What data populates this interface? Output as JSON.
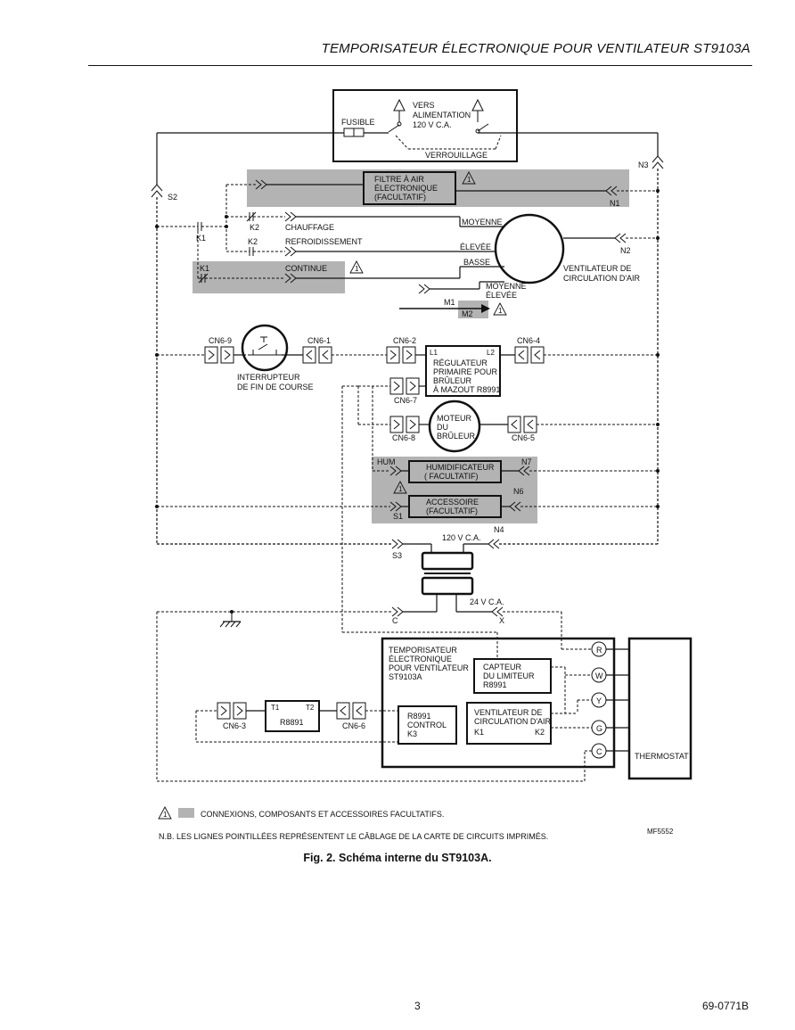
{
  "header": {
    "title": "TEMPORISATEUR ÉLECTRONIQUE POUR VENTILATEUR ST9103A"
  },
  "power_box": {
    "fuse": "FUSIBLE",
    "supply_l1": "VERS",
    "supply_l2": "ALIMENTATION",
    "supply_l3": "120 V C.A.",
    "interlock": "VERROUILLAGE"
  },
  "terminals": {
    "n3": "N3",
    "s2": "S2",
    "n1": "N1",
    "n2": "N2",
    "k1_a": "K1",
    "k1_b": "K1",
    "k2_a": "K2",
    "k2_b": "K2",
    "m1": "M1",
    "m2": "M2",
    "l1": "L1",
    "l2": "L2",
    "hum": "HUM",
    "n7": "N7",
    "n6": "N6",
    "s1": "S1",
    "n4": "N4",
    "s3": "S3",
    "c": "C",
    "x": "X",
    "t1": "T1",
    "t2": "T2"
  },
  "air_filter": {
    "l1": "FILTRE À AIR",
    "l2": "ÉLECTRONIQUE",
    "l3": "(FACULTATIF)"
  },
  "modes": {
    "heating": "CHAUFFAGE",
    "cooling": "REFROIDISSEMENT",
    "continuous": "CONTINUE"
  },
  "fan_speeds": {
    "medium": "MOYENNE",
    "high": "ÉLEVÉE",
    "low": "BASSE",
    "medium_high_1": "MOYENNE",
    "medium_high_2": "ÉLEVÉE"
  },
  "blower": {
    "l1": "VENTILATEUR DE",
    "l2": "CIRCULATION D'AIR"
  },
  "connectors": {
    "cn6_9": "CN6-9",
    "cn6_1": "CN6-1",
    "cn6_2": "CN6-2",
    "cn6_4": "CN6-4",
    "cn6_7": "CN6-7",
    "cn6_8": "CN6-8",
    "cn6_5": "CN6-5",
    "cn6_3": "CN6-3",
    "cn6_6": "CN6-6"
  },
  "limit_switch": {
    "l1": "INTERRUPTEUR",
    "l2": "DE FIN DE COURSE"
  },
  "primary_control": {
    "l1": "RÉGULATEUR",
    "l2": "PRIMAIRE POUR",
    "l3": "BRÛLEUR",
    "l4": "À MAZOUT R8991"
  },
  "burner_motor": {
    "l1": "MOTEUR",
    "l2": "DU",
    "l3": "BRÛLEUR"
  },
  "humidifier": {
    "l1": "HUMIDIFICATEUR",
    "l2": "( FACULTATIF)"
  },
  "accessory": {
    "l1": "ACCESSOIRE",
    "l2": "(FACULTATIF)"
  },
  "transformer": {
    "primary": "120 V C.A.",
    "secondary": "24 V C.A."
  },
  "timer_box": {
    "l1": "TEMPORISATEUR",
    "l2": "ÉLECTRONIQUE",
    "l3": "POUR VENTILATEUR",
    "l4": "ST9103A"
  },
  "limit_sensor": {
    "l1": "CAPTEUR",
    "l2": "DU LIMITEUR",
    "l3": "R8991"
  },
  "r8891_box": {
    "label": "R8891"
  },
  "control_box": {
    "l1": "R8991",
    "l2": "CONTROL",
    "l3": "K3"
  },
  "fan_relay_box": {
    "l1": "VENTILATEUR DE",
    "l2": "CIRCULATION D'AIR",
    "k1": "K1",
    "k2": "K2"
  },
  "thermostat": {
    "label": "THERMOSTAT",
    "terminals": [
      "R",
      "W",
      "Y",
      "G",
      "C"
    ]
  },
  "warning_mark": "1",
  "legend": {
    "optional": "CONNEXIONS, COMPOSANTS ET ACCESSOIRES FACULTATIFS.",
    "note": "N.B.  LES LIGNES POINTILLÉES REPRÉSENTENT LE CÂBLAGE DE LA CARTE DE CIRCUITS IMPRIMÉS.",
    "code": "MF5552"
  },
  "caption": "Fig. 2. Schéma interne du ST9103A.",
  "footer": {
    "page": "3",
    "doc_number": "69-0771B"
  },
  "colors": {
    "optional_shade": "#b3b3b3",
    "ink": "#111111"
  }
}
